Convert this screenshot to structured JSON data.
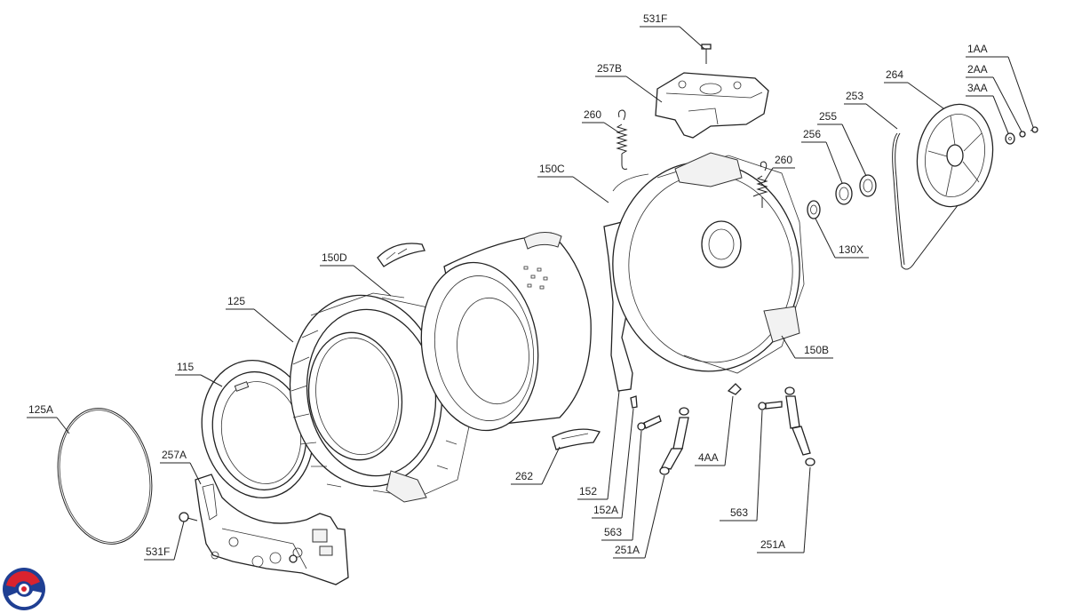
{
  "labels": {
    "l_531F_top": "531F",
    "l_257B": "257B",
    "l_260_left": "260",
    "l_150C": "150C",
    "l_260_right": "260",
    "l_1AA": "1AA",
    "l_2AA": "2AA",
    "l_3AA": "3AA",
    "l_264": "264",
    "l_253": "253",
    "l_255": "255",
    "l_256": "256",
    "l_130X": "130X",
    "l_150D": "150D",
    "l_125": "125",
    "l_115": "115",
    "l_125A": "125A",
    "l_257A": "257A",
    "l_531F_bottom": "531F",
    "l_262": "262",
    "l_152": "152",
    "l_152A": "152A",
    "l_563_left": "563",
    "l_251A_left": "251A",
    "l_4AA": "4AA",
    "l_563_right": "563",
    "l_251A_right": "251A",
    "l_150B": "150B"
  },
  "colors": {
    "line": "#222222",
    "logo_blue": "#1f3f93",
    "logo_red": "#d9232e"
  },
  "logo": {
    "icon": "company-logo-icon"
  }
}
